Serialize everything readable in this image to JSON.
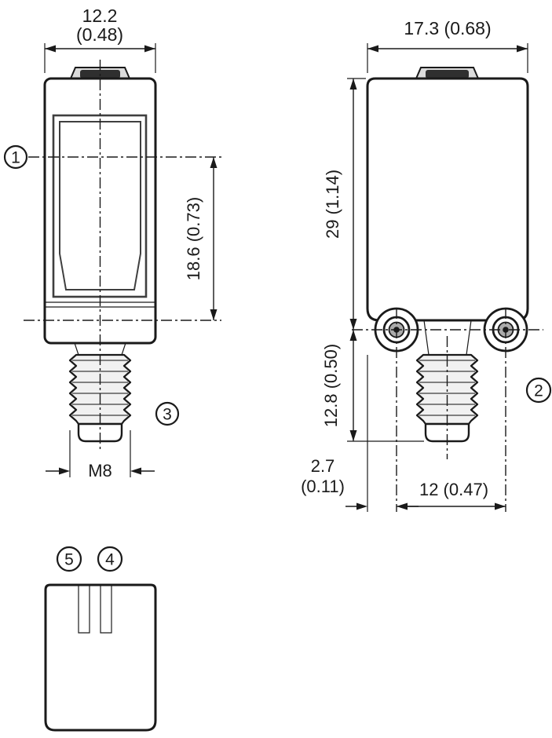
{
  "drawing": {
    "front_view": {
      "dim_width_mm": "12.2",
      "dim_width_in": "(0.48)",
      "dim_lens_axis": "18.6 (0.73)",
      "dim_thread": "M8",
      "callout_optical_axis": "1",
      "callout_connector": "3"
    },
    "side_view": {
      "dim_width": "17.3 (0.68)",
      "dim_height": "29 (1.14)",
      "dim_connector_length": "12.8 (0.50)",
      "dim_edge_to_hole_mm": "2.7",
      "dim_edge_to_hole_in": "(0.11)",
      "dim_hole_spacing": "12 (0.47)",
      "callout_mounting_hole": "2"
    },
    "bottom_view": {
      "callout_left_slot": "5",
      "callout_right_slot": "4"
    },
    "colors": {
      "line": "#1a1a1a",
      "thread_fill": "#f1f1f1",
      "cap_dark": "#2f2f2f"
    }
  }
}
